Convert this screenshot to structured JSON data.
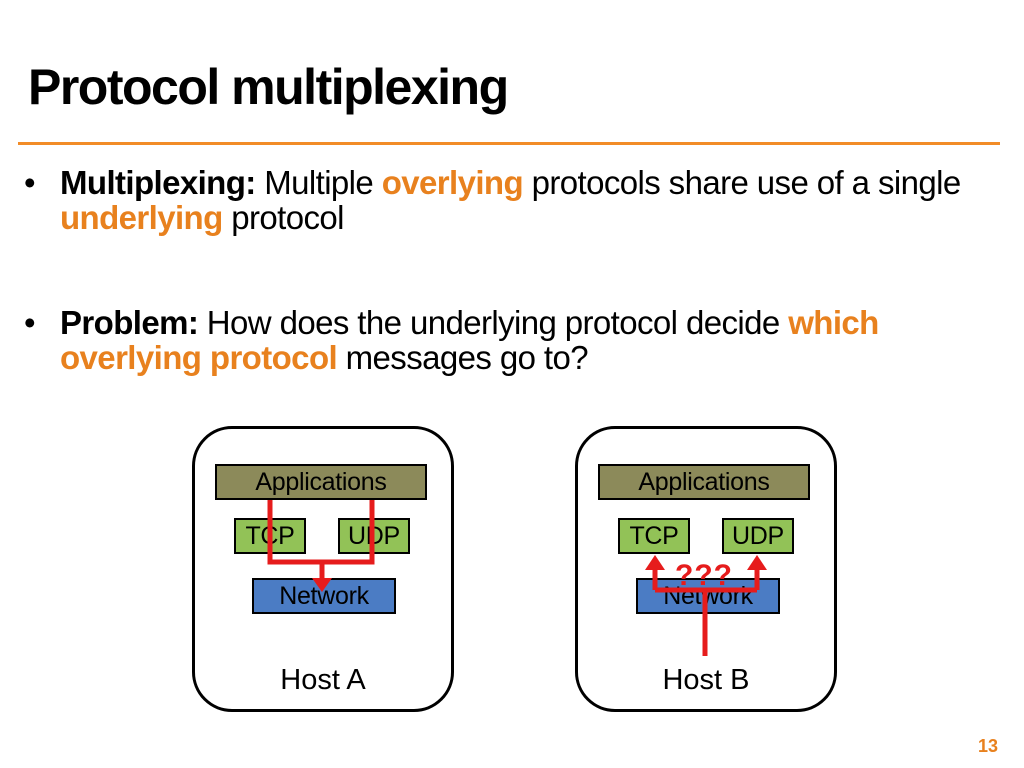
{
  "slide": {
    "title": "Protocol multiplexing",
    "page_number": "13",
    "accent_color": "#E8811E"
  },
  "bullets": [
    {
      "marker": "•",
      "parts": [
        {
          "text": "Multiplexing: ",
          "style": "bold"
        },
        {
          "text": "Multiple ",
          "style": "normal"
        },
        {
          "text": "overlying",
          "style": "highlight"
        },
        {
          "text": " protocols share use of a single ",
          "style": "normal"
        },
        {
          "text": "underlying",
          "style": "highlight"
        },
        {
          "text": " protocol",
          "style": "normal"
        }
      ]
    },
    {
      "marker": "•",
      "parts": [
        {
          "text": "Problem: ",
          "style": "bold"
        },
        {
          "text": "How does the underlying protocol decide ",
          "style": "normal"
        },
        {
          "text": "which overlying protocol",
          "style": "highlight"
        },
        {
          "text": " messages go to?",
          "style": "normal"
        }
      ]
    }
  ],
  "hosts": {
    "a": {
      "label": "Host A",
      "applications": "Applications",
      "tcp": "TCP",
      "udp": "UDP",
      "network": "Network"
    },
    "b": {
      "label": "Host B",
      "applications": "Applications",
      "tcp": "TCP",
      "udp": "UDP",
      "network": "Network",
      "question": "???"
    }
  },
  "colors": {
    "applications": "#8C8A5A",
    "transport": "#92C257",
    "network": "#4B7CC4",
    "arrow": "#E61C1C",
    "rule": "#F28C28"
  }
}
